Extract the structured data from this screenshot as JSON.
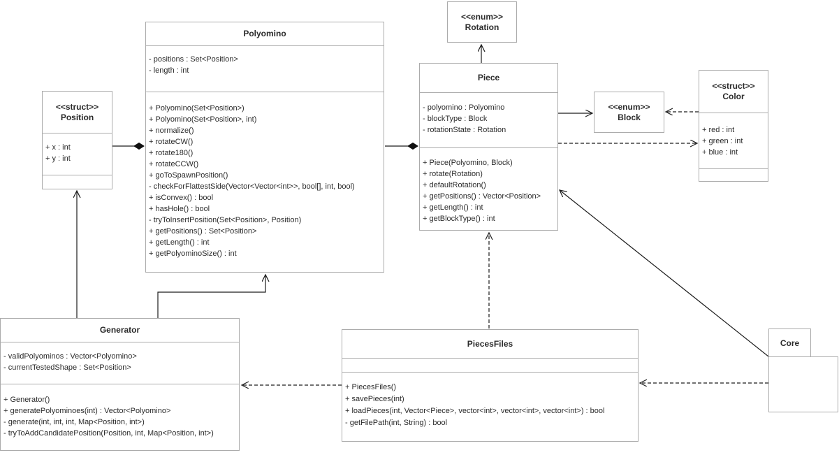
{
  "diagram": {
    "kind": "uml-class-diagram",
    "colors": {
      "background": "#ffffff",
      "box_border": "#ababab",
      "text": "#2b2b2b",
      "connector": "#1c1c1c"
    },
    "classes": {
      "polyomino": {
        "name": "Polyomino",
        "attributes": [
          "- positions : Set<Position>",
          "- length : int"
        ],
        "methods": [
          "+ Polyomino(Set<Position>)",
          "+ Polyomino(Set<Position>, int)",
          "+ normalize()",
          "+ rotateCW()",
          "+ rotate180()",
          "+ rotateCCW()",
          "+ goToSpawnPosition()",
          "- checkForFlattestSide(Vector<Vector<int>>, bool[], int, bool)",
          "+ isConvex() : bool",
          "+ hasHole() : bool",
          "- tryToInsertPosition(Set<Position>, Position)",
          "+ getPositions() : Set<Position>",
          "+ getLength() : int",
          "+ getPolyominoSize() : int"
        ]
      },
      "position": {
        "stereotype": "<<struct>>",
        "name": "Position",
        "attributes": [
          "+ x : int",
          "+ y : int"
        ],
        "methods": []
      },
      "rotation": {
        "stereotype": "<<enum>>",
        "name": "Rotation"
      },
      "piece": {
        "name": "Piece",
        "attributes": [
          "- polyomino : Polyomino",
          "- blockType : Block",
          "- rotationState : Rotation"
        ],
        "methods": [
          "+ Piece(Polyomino, Block)",
          "+ rotate(Rotation)",
          "+ defaultRotation()",
          "+ getPositions() : Vector<Position>",
          "+ getLength() : int",
          "+ getBlockType() : int"
        ]
      },
      "block": {
        "stereotype": "<<enum>>",
        "name": "Block"
      },
      "color": {
        "stereotype": "<<struct>>",
        "name": "Color",
        "attributes": [
          "+ red : int",
          "+ green : int",
          "+ blue : int"
        ],
        "methods": []
      },
      "generator": {
        "name": "Generator",
        "attributes": [
          "- validPolyominos : Vector<Polyomino>",
          "- currentTestedShape : Set<Position>"
        ],
        "methods": [
          "+ Generator()",
          "+ generatePolyominoes(int) : Vector<Polyomino>",
          "- generate(int, int, int, Map<Position, int>)",
          "- tryToAddCandidatePosition(Position, int, Map<Position, int>)"
        ]
      },
      "piecesfiles": {
        "name": "PiecesFiles",
        "attributes": [],
        "methods": [
          "+ PiecesFiles()",
          "+ savePieces(int)",
          "+ loadPieces(int, Vector<Piece>, vector<int>, vector<int>, vector<int>) : bool",
          "- getFilePath(int, String) : bool"
        ]
      },
      "core": {
        "name": "Core"
      }
    },
    "relationships": [
      {
        "from": "Position",
        "to": "Polyomino",
        "type": "composition"
      },
      {
        "from": "Polyomino",
        "to": "Piece",
        "type": "composition"
      },
      {
        "from": "Piece",
        "to": "Rotation",
        "type": "association-arrow"
      },
      {
        "from": "Piece",
        "to": "Block",
        "type": "association-arrow"
      },
      {
        "from": "Color",
        "to": "Block",
        "type": "dependency-dashed"
      },
      {
        "from": "Piece",
        "to": "Color",
        "type": "dependency-dashed"
      },
      {
        "from": "PiecesFiles",
        "to": "Piece",
        "type": "dependency-dashed"
      },
      {
        "from": "Core",
        "to": "Piece",
        "type": "association-arrow"
      },
      {
        "from": "PiecesFiles",
        "to": "Generator",
        "type": "dependency-dashed"
      },
      {
        "from": "Core",
        "to": "PiecesFiles",
        "type": "dependency-dashed"
      },
      {
        "from": "Generator",
        "to": "Position",
        "type": "association-arrow"
      },
      {
        "from": "Generator",
        "to": "Polyomino",
        "type": "association-arrow"
      }
    ]
  }
}
